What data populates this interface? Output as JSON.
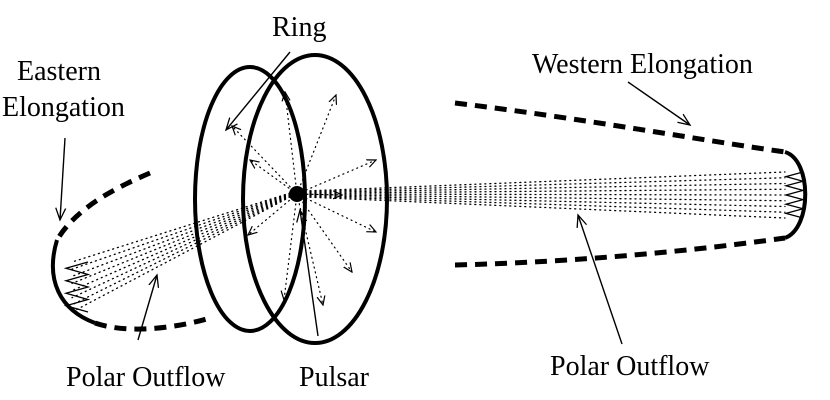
{
  "labels": {
    "ring": "Ring",
    "eastern_line1": "Eastern",
    "eastern_line2": "Elongation",
    "western": "Western Elongation",
    "polar_left": "Polar Outflow",
    "polar_right": "Polar Outflow",
    "pulsar": "Pulsar"
  },
  "colors": {
    "ink": "#000000",
    "background": "#ffffff"
  }
}
